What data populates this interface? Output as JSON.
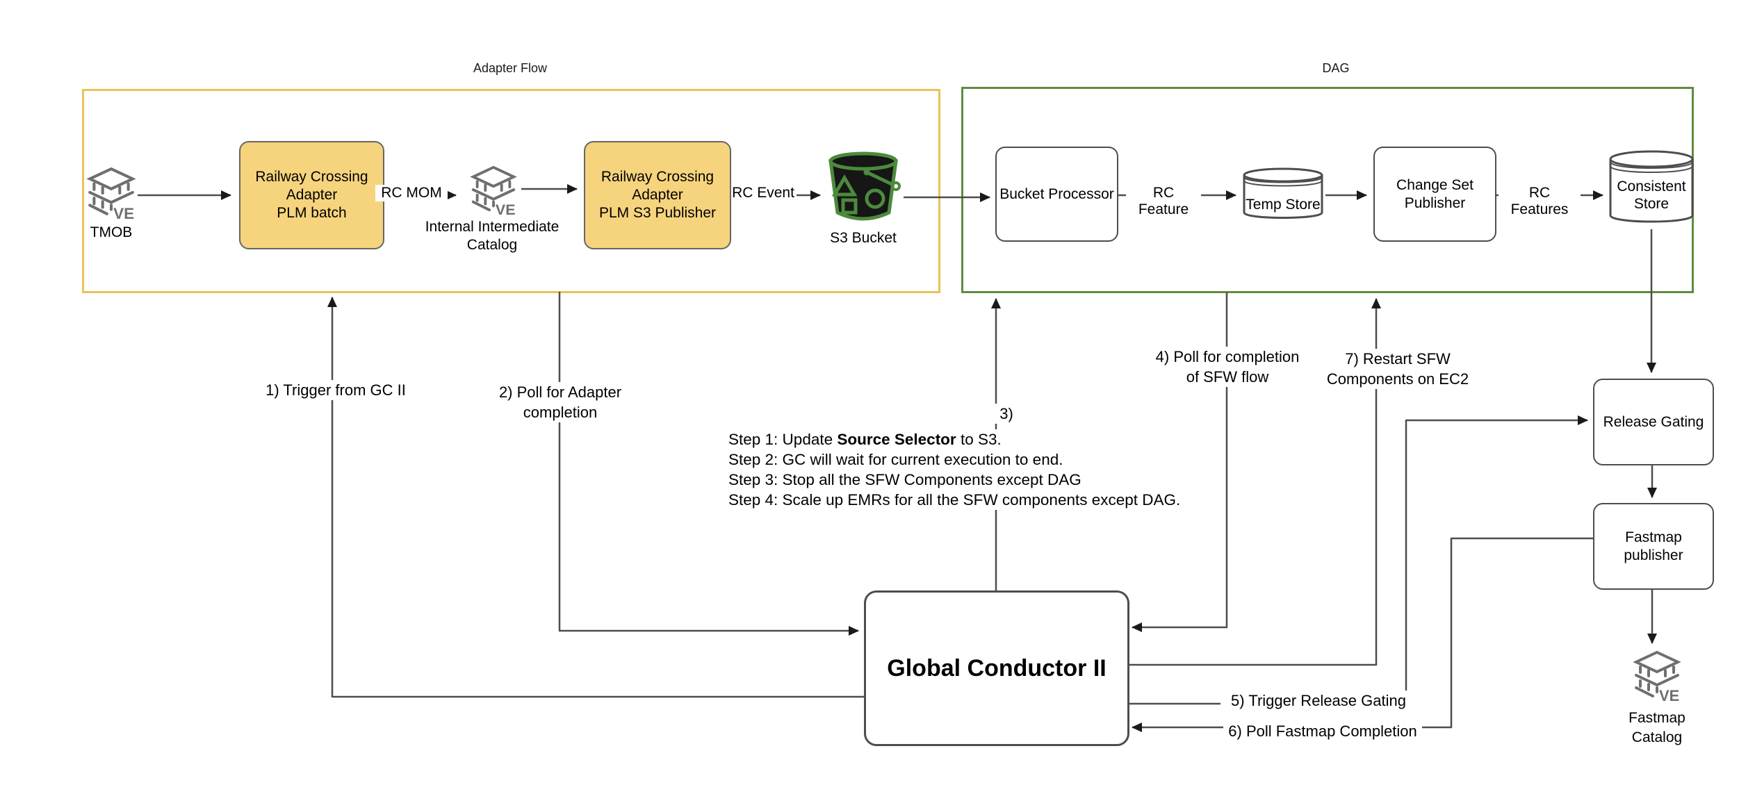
{
  "colors": {
    "adapter_border": "#e9c258",
    "dag_border": "#5f8b3f",
    "node_yellow_fill": "#f6d37d",
    "line": "#4d4d4d",
    "icon_gray": "#6f6f6f",
    "bucket_green": "#4c8a3c",
    "bucket_black": "#161616"
  },
  "containers": {
    "adapter": {
      "label": "Adapter Flow"
    },
    "dag": {
      "label": "DAG"
    }
  },
  "nodes": {
    "tmob": {
      "label": "TMOB"
    },
    "plm_batch": {
      "lines": [
        "Railway Crossing",
        "Adapter",
        "PLM batch"
      ]
    },
    "ii_catalog": {
      "lines": [
        "Internal Intermediate",
        "Catalog"
      ]
    },
    "plm_s3_publisher": {
      "lines": [
        "Railway Crossing",
        "Adapter",
        "PLM S3 Publisher"
      ]
    },
    "s3_bucket": {
      "label": "S3 Bucket"
    },
    "bucket_processor": {
      "label": "Bucket Processor"
    },
    "temp_store": {
      "label": "Temp Store"
    },
    "change_set_publisher": {
      "lines": [
        "Change Set",
        "Publisher"
      ]
    },
    "consistent_store": {
      "lines": [
        "Consistent",
        "Store"
      ]
    },
    "global_conductor": {
      "label": "Global Conductor II"
    },
    "release_gating": {
      "label": "Release Gating"
    },
    "fastmap_publisher": {
      "lines": [
        "Fastmap",
        "publisher"
      ]
    },
    "fastmap_catalog": {
      "lines": [
        "Fastmap",
        "Catalog"
      ]
    }
  },
  "edges": {
    "rc_mom": "RC MOM",
    "rc_event": "RC Event",
    "rc_feature": "RC Feature",
    "rc_features": "RC Features",
    "e1": "1) Trigger from GC II",
    "e2": "2) Poll for Adapter completion",
    "e3": "3)",
    "e4": {
      "lines": [
        "4) Poll for completion",
        "of SFW flow"
      ]
    },
    "e5": "5) Trigger Release Gating",
    "e6": "6) Poll Fastmap Completion",
    "e7": {
      "lines": [
        "7) Restart SFW",
        "Components on EC2"
      ]
    }
  },
  "steps": {
    "line1_prefix": "Step 1: Update ",
    "line1_bold": "Source Selector",
    "line1_suffix": " to S3.",
    "line2": "Step 2: GC will wait for current execution to end.",
    "line3": "Step 3: Stop all the SFW Components except DAG",
    "line4": "Step 4: Scale up EMRs for all the SFW components except DAG."
  }
}
